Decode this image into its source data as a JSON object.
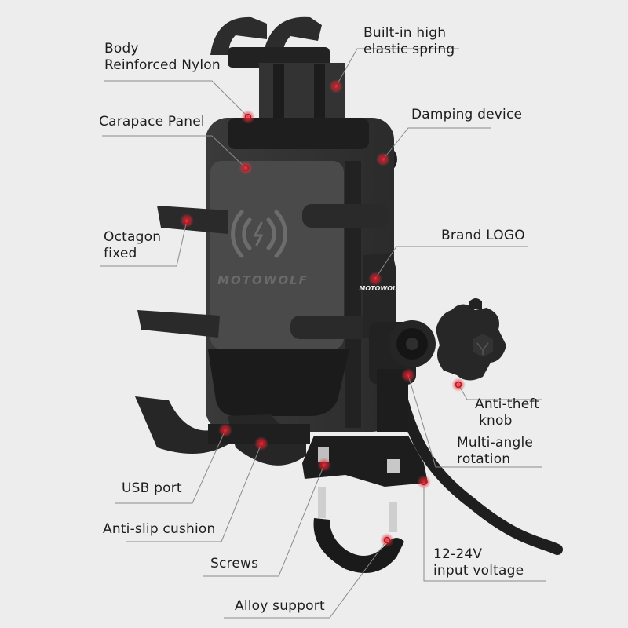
{
  "product": {
    "brand_logo_text": "MOTOWOLF",
    "charging_icon": "wireless-charging-icon",
    "knob_icon": "brand-emblem-icon"
  },
  "colors": {
    "background": "#ededed",
    "product_dark": "#2a2a2a",
    "product_mid": "#3b3b3b",
    "panel": "#4a4a4a",
    "callout_line": "#8a8a8a",
    "marker_red": "#d0202a",
    "text": "#1d1d1d"
  },
  "callouts": {
    "body": {
      "line1": "Body",
      "line2": "Reinforced Nylon"
    },
    "spring": {
      "line1": "Built-in high",
      "line2": "elastic spring"
    },
    "carapace": {
      "line1": "Carapace Panel"
    },
    "damping": {
      "line1": "Damping device"
    },
    "octagon": {
      "line1": "Octagon",
      "line2": "fixed"
    },
    "logo": {
      "line1": "Brand LOGO"
    },
    "antitheft": {
      "line1": "Anti-theft",
      "line2": "knob"
    },
    "multiangle": {
      "line1": "Multi-angle",
      "line2": "rotation"
    },
    "usb": {
      "line1": "USB port"
    },
    "antislip": {
      "line1": "Anti-slip cushion"
    },
    "screws": {
      "line1": "Screws"
    },
    "voltage": {
      "line1": "12-24V",
      "line2": "input voltage"
    },
    "alloy": {
      "line1": "Alloy support"
    }
  }
}
